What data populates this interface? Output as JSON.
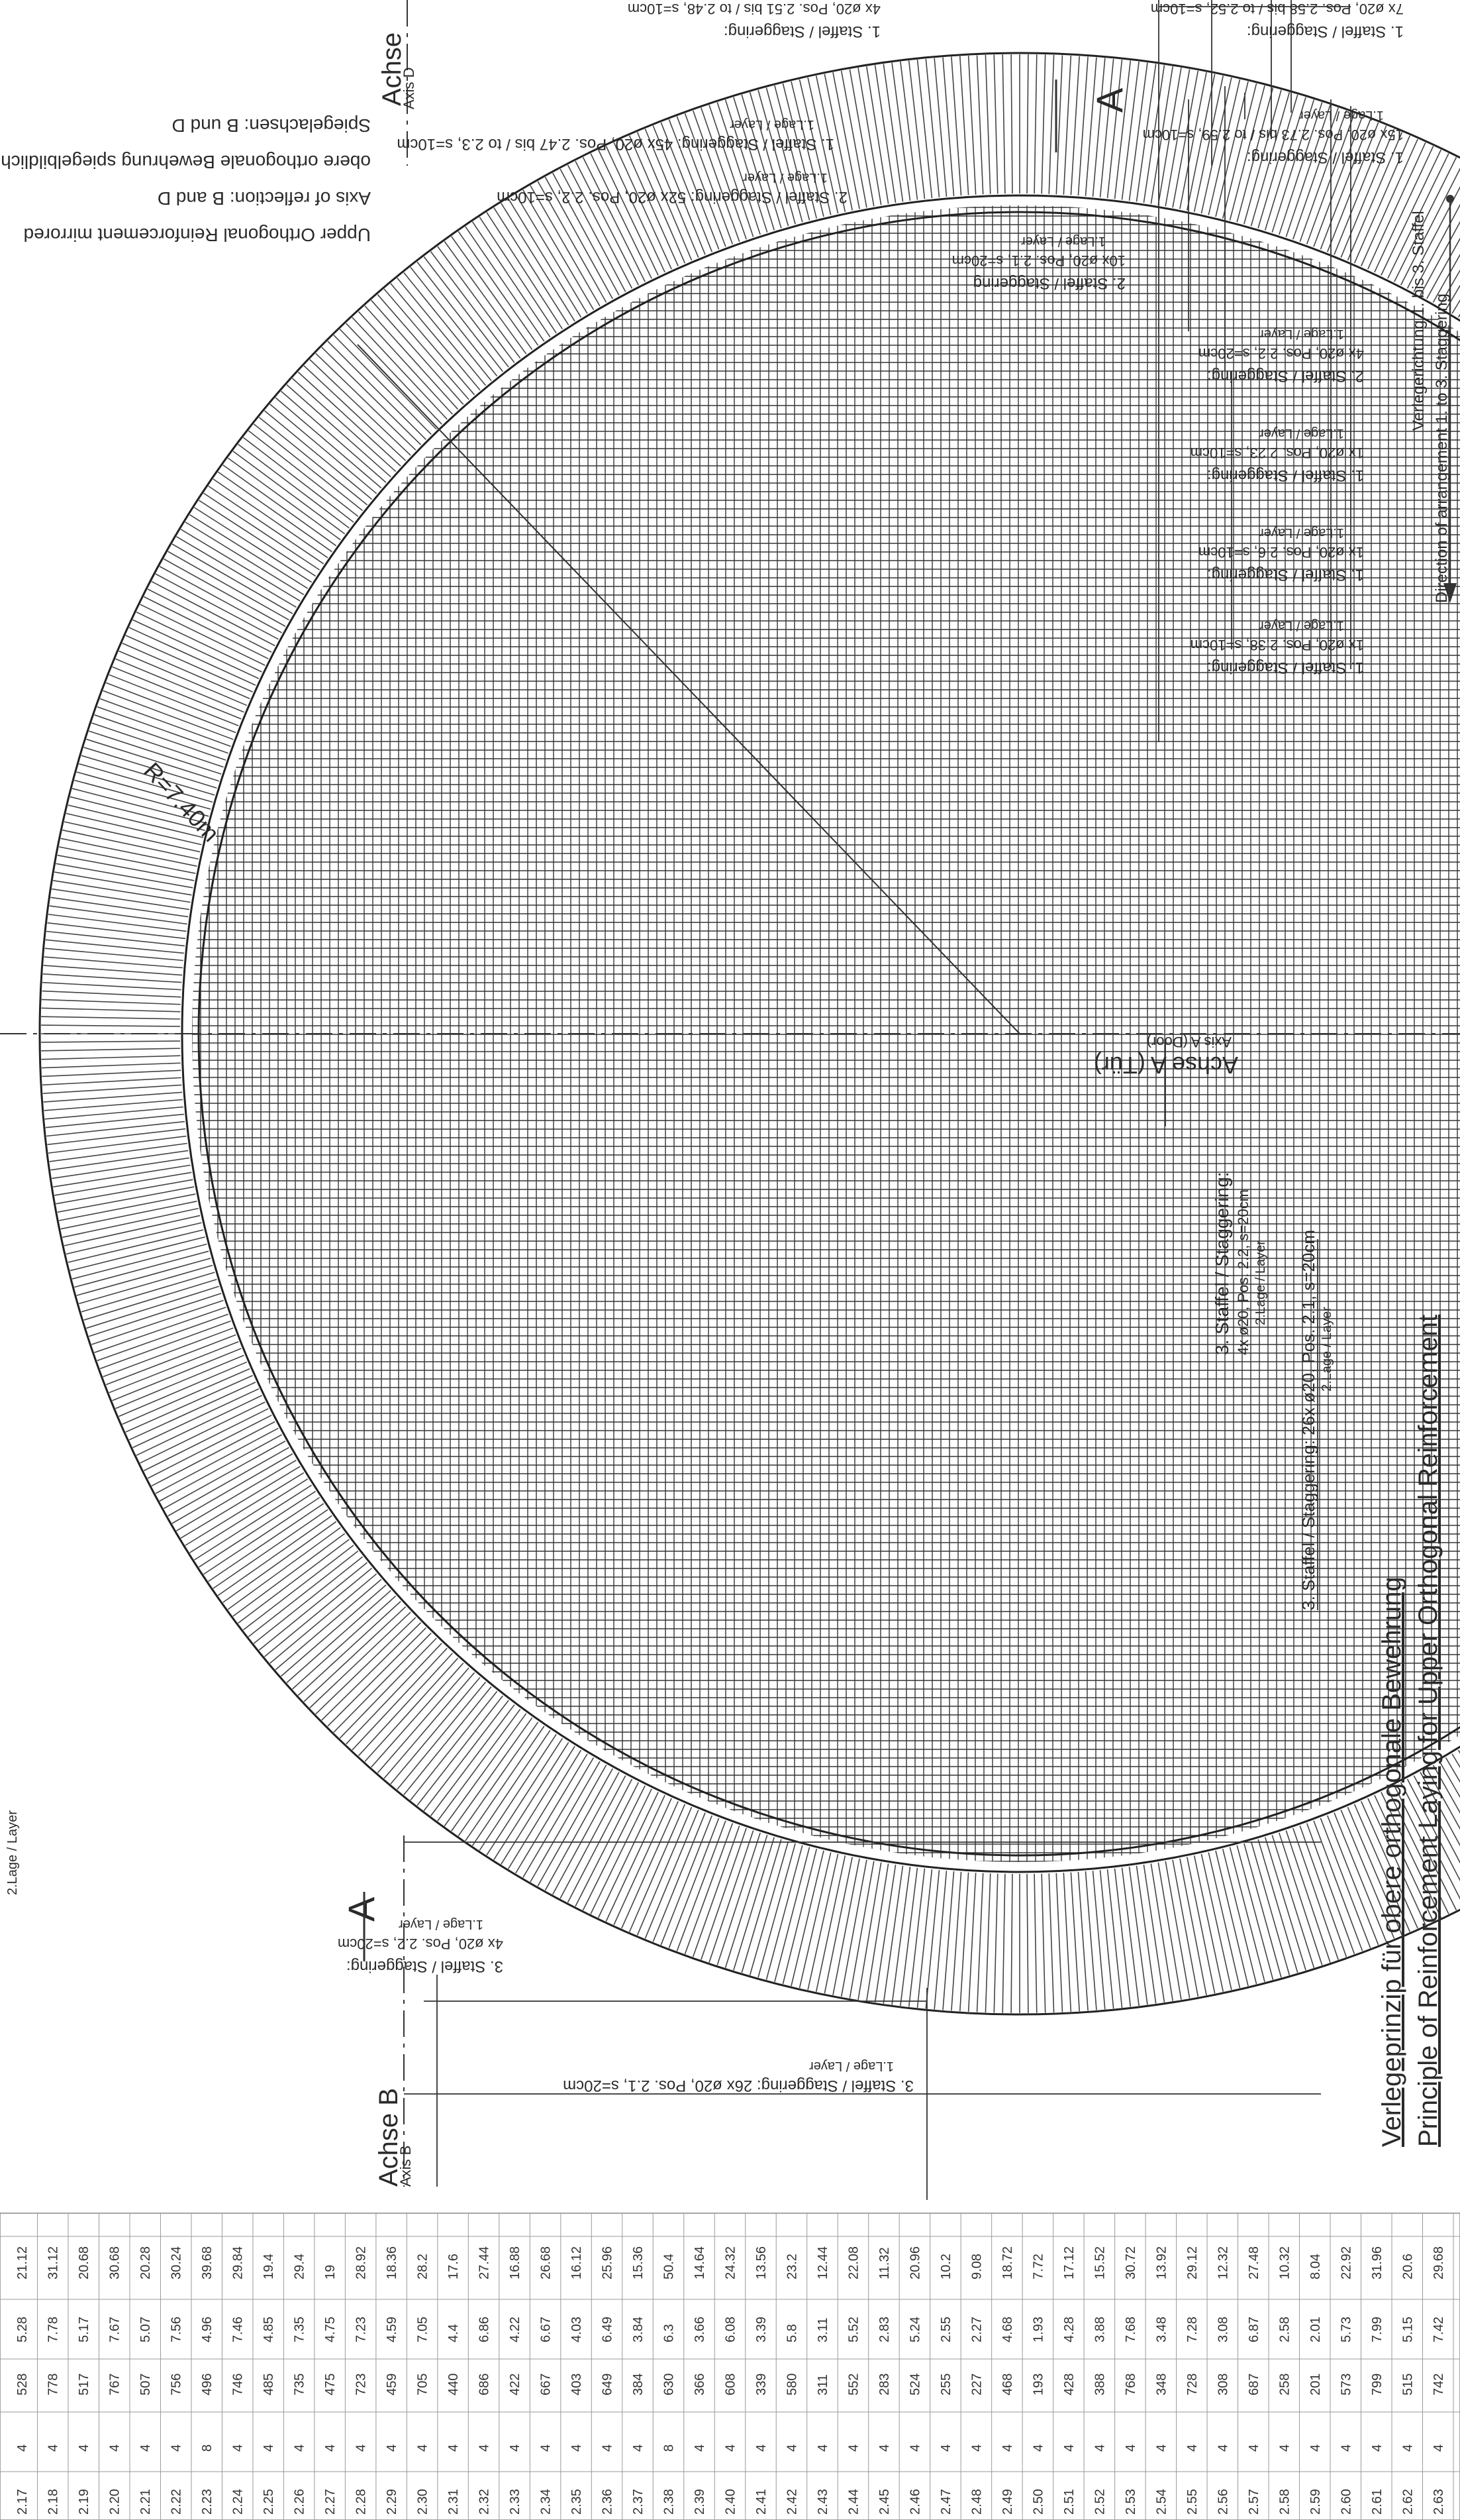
{
  "title": {
    "de": "Verlegeprinzip für obere orthogonale Bewehrung",
    "en": "Principle of Reinforcement Laying for Upper Orthogonal Reinforcement"
  },
  "radius_label": "R=7.40m",
  "axes": {
    "axis_a_de": "Achse A (Tür)",
    "axis_a_en": "Axis A (Door)",
    "axis_b_de": "Achse B",
    "axis_b_en": "Axis B",
    "axis_d_de": "Achse",
    "axis_d_en": "Axis D",
    "section_marker": "A"
  },
  "mirror_note": {
    "en_line1": "Upper Orthogonal Reinforcement mirrored",
    "en_line2": "Axis of reflection: B and D",
    "de_line1": "obere orthogonale Bewehrung spiegelbildlich",
    "de_line2": "Spiegelachsen: B und D"
  },
  "direction": {
    "de": "Verlegerichtung 1. bis 3. Staffel",
    "en": "Direction of arrangement 1. to 3. Staggering"
  },
  "staggering_labels": [
    {
      "head": "1. Staffel / Staggering:",
      "detail": "1x ø20, Pos. 2.38, s=10cm",
      "layer": "1.Lage / Layer"
    },
    {
      "head": "1. Staffel / Staggering:",
      "detail": "1x ø20, Pos. 2.6, s=10cm",
      "layer": "1.Lage / Layer"
    },
    {
      "head": "1. Staffel / Staggering:",
      "detail": "1x ø20, Pos. 2.23, s=10cm",
      "layer": "1.Lage / Layer"
    },
    {
      "head": "2. Staffel / Staggering:",
      "detail": "4x ø20, Pos. 2.2, s=20cm",
      "layer": "1.Lage / Layer"
    },
    {
      "head": "2. Staffel / Staggering",
      "detail": "10x ø20, Pos. 2.1, s=20cm",
      "layer": "1.Lage / Layer"
    },
    {
      "head": "1. Staffel / Staggering:",
      "detail": "15x ø20, Pos. 2.73 bis / to 2.59, s=10cm",
      "layer": "1.Lage / Layer"
    },
    {
      "head": "1. Staffel / Staggering:",
      "detail": "7x ø20, Pos. 2.58 bis / to 2.52, s=10cm",
      "layer": ""
    },
    {
      "head": "1. Staffel / Staggering:",
      "detail": "4x ø20, Pos. 2.51 bis / to 2.48, s=10cm",
      "layer": ""
    },
    {
      "head": "2. Staffel / Staggering: 52x ø20, Pos. 2.2, s=10cm",
      "detail": "",
      "layer": "1.Lage / Layer"
    },
    {
      "head": "1. Staffel / Staggering: 45x ø20, Pos. 2.47 bis / to 2.3, s=10cm",
      "detail": "",
      "layer": "1.Lage / Layer"
    },
    {
      "head": "3. Staffel / Staggering:",
      "detail": "4x ø20, Pos. 2.2, s=20cm",
      "layer": "1.Lage / Layer"
    },
    {
      "head": "3. Staffel / Staggering: 26x ø20, Pos. 2.1, s=20cm",
      "detail": "",
      "layer": "1.Lage / Layer"
    }
  ],
  "lower_labels": {
    "staffel3_a_head": "3. Staffel / Staggering:",
    "staffel3_a_detail": "4x ø20, Pos. 2.2, s=20cm",
    "staffel3_a_layer": "2.Lage / Layer",
    "staffel3_b_head": "3. Staffel / Staggering: 26x ø20, Pos. 2.1, s=20cm",
    "staffel3_b_layer": "2.Lage / Layer",
    "left_partial_layer": "2.Lage / Layer"
  },
  "table": {
    "rows": [
      [
        "2.17",
        "4",
        "528",
        "5.28",
        "21.12"
      ],
      [
        "2.18",
        "4",
        "778",
        "7.78",
        "31.12"
      ],
      [
        "2.19",
        "4",
        "517",
        "5.17",
        "20.68"
      ],
      [
        "2.20",
        "4",
        "767",
        "7.67",
        "30.68"
      ],
      [
        "2.21",
        "4",
        "507",
        "5.07",
        "20.28"
      ],
      [
        "2.22",
        "4",
        "756",
        "7.56",
        "30.24"
      ],
      [
        "2.23",
        "8",
        "496",
        "4.96",
        "39.68"
      ],
      [
        "2.24",
        "4",
        "746",
        "7.46",
        "29.84"
      ],
      [
        "2.25",
        "4",
        "485",
        "4.85",
        "19.4"
      ],
      [
        "2.26",
        "4",
        "735",
        "7.35",
        "29.4"
      ],
      [
        "2.27",
        "4",
        "475",
        "4.75",
        "19"
      ],
      [
        "2.28",
        "4",
        "723",
        "7.23",
        "28.92"
      ],
      [
        "2.29",
        "4",
        "459",
        "4.59",
        "18.36"
      ],
      [
        "2.30",
        "4",
        "705",
        "7.05",
        "28.2"
      ],
      [
        "2.31",
        "4",
        "440",
        "4.4",
        "17.6"
      ],
      [
        "2.32",
        "4",
        "686",
        "6.86",
        "27.44"
      ],
      [
        "2.33",
        "4",
        "422",
        "4.22",
        "16.88"
      ],
      [
        "2.34",
        "4",
        "667",
        "6.67",
        "26.68"
      ],
      [
        "2.35",
        "4",
        "403",
        "4.03",
        "16.12"
      ],
      [
        "2.36",
        "4",
        "649",
        "6.49",
        "25.96"
      ],
      [
        "2.37",
        "4",
        "384",
        "3.84",
        "15.36"
      ],
      [
        "2.38",
        "8",
        "630",
        "6.3",
        "50.4"
      ],
      [
        "2.39",
        "4",
        "366",
        "3.66",
        "14.64"
      ],
      [
        "2.40",
        "4",
        "608",
        "6.08",
        "24.32"
      ],
      [
        "2.41",
        "4",
        "339",
        "3.39",
        "13.56"
      ],
      [
        "2.42",
        "4",
        "580",
        "5.8",
        "23.2"
      ],
      [
        "2.43",
        "4",
        "311",
        "3.11",
        "12.44"
      ],
      [
        "2.44",
        "4",
        "552",
        "5.52",
        "22.08"
      ],
      [
        "2.45",
        "4",
        "283",
        "2.83",
        "11.32"
      ],
      [
        "2.46",
        "4",
        "524",
        "5.24",
        "20.96"
      ],
      [
        "2.47",
        "4",
        "255",
        "2.55",
        "10.2"
      ],
      [
        "2.48",
        "4",
        "227",
        "2.27",
        "9.08"
      ],
      [
        "2.49",
        "4",
        "468",
        "4.68",
        "18.72"
      ],
      [
        "2.50",
        "4",
        "193",
        "1.93",
        "7.72"
      ],
      [
        "2.51",
        "4",
        "428",
        "4.28",
        "17.12"
      ],
      [
        "2.52",
        "4",
        "388",
        "3.88",
        "15.52"
      ],
      [
        "2.53",
        "4",
        "768",
        "7.68",
        "30.72"
      ],
      [
        "2.54",
        "4",
        "348",
        "3.48",
        "13.92"
      ],
      [
        "2.55",
        "4",
        "728",
        "7.28",
        "29.12"
      ],
      [
        "2.56",
        "4",
        "308",
        "3.08",
        "12.32"
      ],
      [
        "2.57",
        "4",
        "687",
        "6.87",
        "27.48"
      ],
      [
        "2.58",
        "4",
        "258",
        "2.58",
        "10.32"
      ],
      [
        "2.59",
        "4",
        "201",
        "2.01",
        "8.04"
      ],
      [
        "2.60",
        "4",
        "573",
        "5.73",
        "22.92"
      ],
      [
        "2.61",
        "4",
        "799",
        "7.99",
        "31.96"
      ],
      [
        "2.62",
        "4",
        "515",
        "5.15",
        "20.6"
      ],
      [
        "2.63",
        "4",
        "742",
        "7.42",
        "29.68"
      ]
    ]
  }
}
